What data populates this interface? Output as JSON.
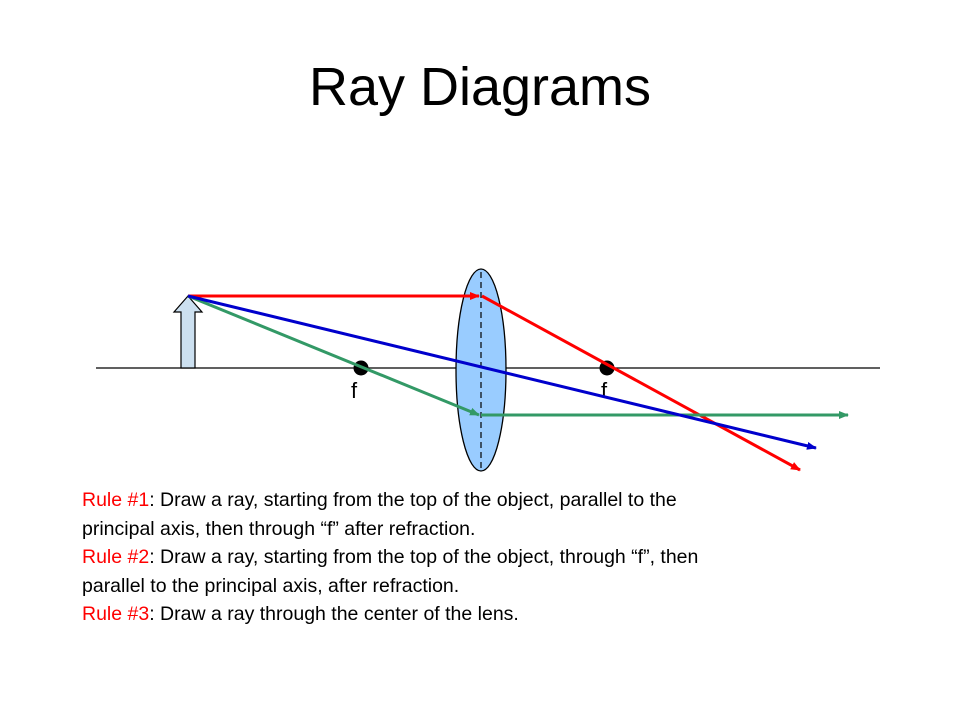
{
  "title": "Ray Diagrams",
  "focal_labels": {
    "left": "f",
    "right": "f"
  },
  "colors": {
    "rule1_ray": "#ff0000",
    "rule2_ray": "#339966",
    "rule3_ray": "#0000cc",
    "lens_fill": "#99ccff",
    "object_fill": "#cce0f0",
    "rule_label": "#ff0000"
  },
  "rules": [
    {
      "label": "Rule #1",
      "lines": [
        ": Draw a ray, starting from the top of the object, parallel to the",
        "principal axis, then through “f” after refraction."
      ]
    },
    {
      "label": "Rule #2",
      "lines": [
        ": Draw a ray, starting from the top of the object, through “f”, then",
        "parallel to the principal axis, after refraction."
      ]
    },
    {
      "label": "Rule #3",
      "lines": [
        ": Draw a ray through the center of the lens."
      ]
    }
  ]
}
